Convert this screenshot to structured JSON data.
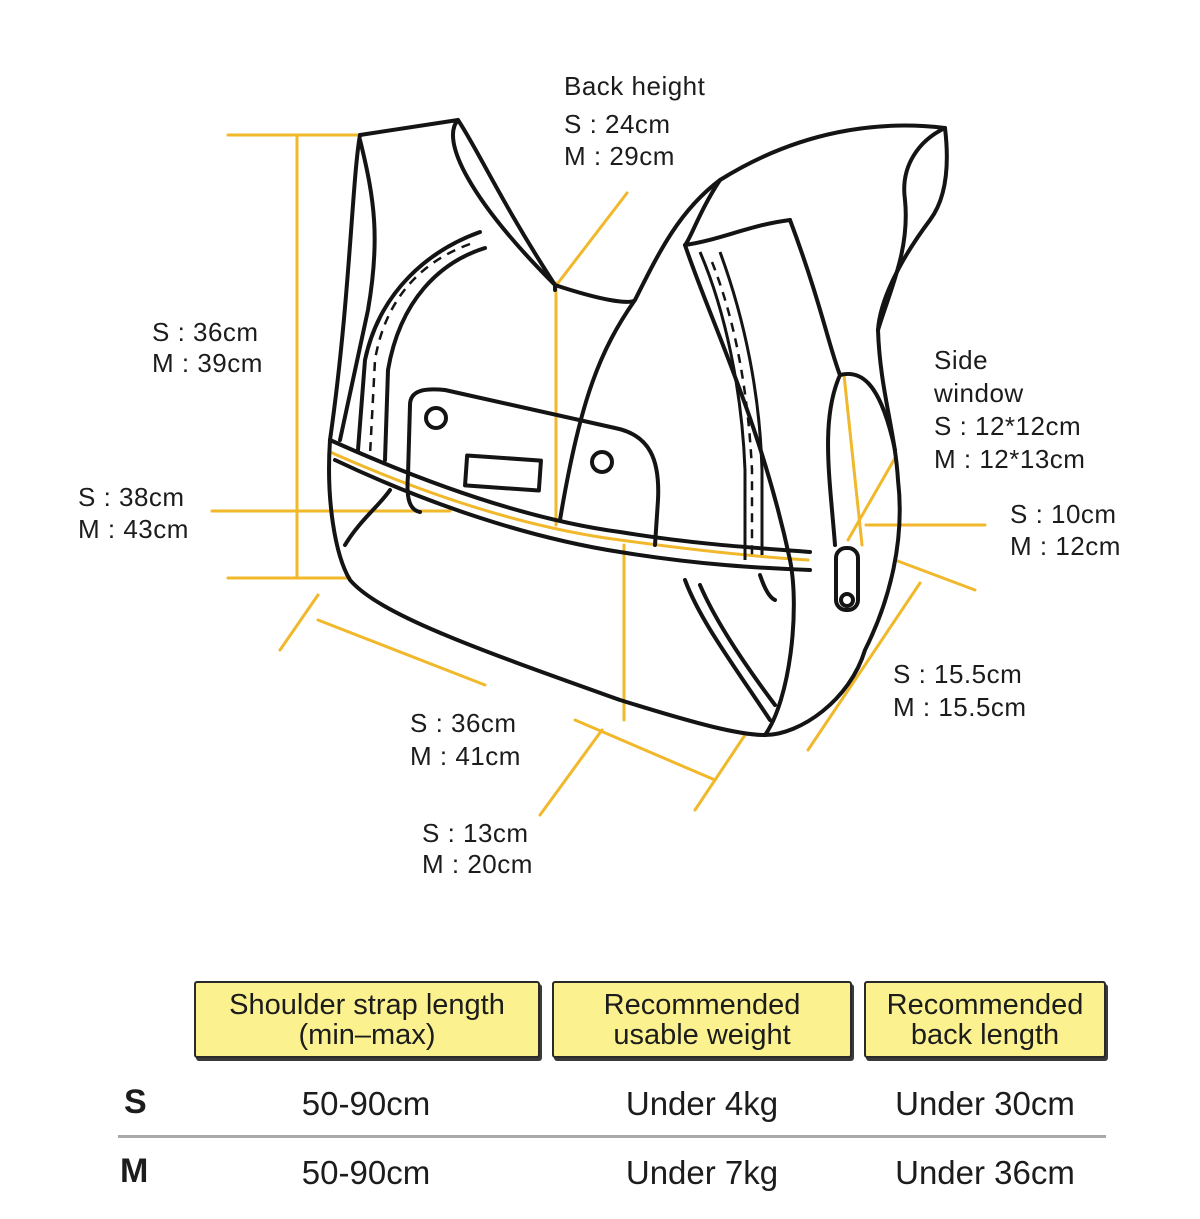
{
  "diagram": {
    "accent_color": "#f0b82a",
    "line_color": "#141414",
    "labels": {
      "back_height": {
        "title": "Back height",
        "s": "S : 24cm",
        "m": "M : 29cm"
      },
      "height": {
        "s": "S : 36cm",
        "m": "M : 39cm"
      },
      "width": {
        "s": "S : 38cm",
        "m": "M : 43cm"
      },
      "side_window": {
        "title_line1": "Side",
        "title_line2": "window",
        "s": "S : 12*12cm",
        "m": "M : 12*13cm"
      },
      "side_depth": {
        "s": "S : 10cm",
        "m": "M : 12cm"
      },
      "depth": {
        "s": "S : 15.5cm",
        "m": "M : 15.5cm"
      },
      "base_length": {
        "s": "S : 36cm",
        "m": "M : 41cm"
      },
      "bottom": {
        "s": "S : 13cm",
        "m": "M : 20cm"
      }
    }
  },
  "table": {
    "header_color": "#fbf28f",
    "headers": [
      {
        "line1": "Shoulder strap length",
        "line2": "(min–max)"
      },
      {
        "line1": "Recommended",
        "line2": "usable weight"
      },
      {
        "line1": "Recommended",
        "line2": "back length"
      }
    ],
    "rows": [
      {
        "size": "S",
        "values": [
          "50-90cm",
          "Under 4kg",
          "Under 30cm"
        ]
      },
      {
        "size": "M",
        "values": [
          "50-90cm",
          "Under 7kg",
          "Under 36cm"
        ]
      }
    ]
  }
}
